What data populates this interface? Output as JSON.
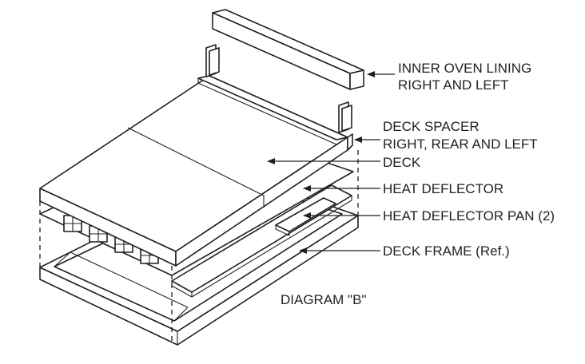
{
  "diagram": {
    "caption": "DIAGRAM \"B\"",
    "line_color": "#231f20",
    "callouts": [
      {
        "id": "inner-oven-lining",
        "lines": [
          "INNER OVEN LINING",
          "RIGHT AND LEFT"
        ]
      },
      {
        "id": "deck-spacer",
        "lines": [
          "DECK SPACER",
          "RIGHT, REAR AND LEFT"
        ]
      },
      {
        "id": "deck",
        "lines": [
          "DECK"
        ]
      },
      {
        "id": "heat-deflector",
        "lines": [
          "HEAT DEFLECTOR"
        ]
      },
      {
        "id": "heat-deflector-pan",
        "lines": [
          "HEAT DEFLECTOR PAN (2)"
        ]
      },
      {
        "id": "deck-frame",
        "lines": [
          "DECK FRAME (Ref.)"
        ]
      }
    ]
  }
}
